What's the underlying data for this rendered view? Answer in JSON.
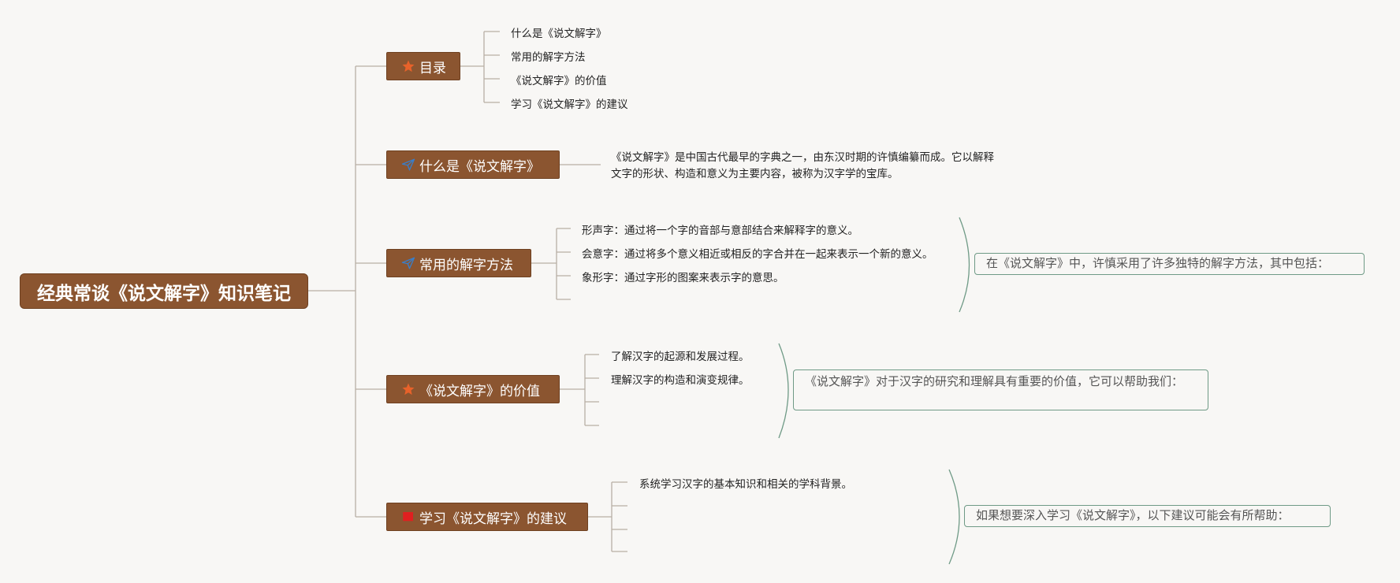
{
  "root": {
    "title": "经典常谈《说文解字》知识笔记"
  },
  "branches": [
    {
      "label": "目录",
      "icon": "star-icon",
      "children": [
        "什么是《说文解字》",
        "常用的解字方法",
        "《说文解字》的价值",
        "学习《说文解字》的建议"
      ]
    },
    {
      "label": "什么是《说文解字》",
      "icon": "paper-plane-icon",
      "description": "《说文解字》是中国古代最早的字典之一，由东汉时期的许慎编纂而成。它以解释文字的形状、构造和意义为主要内容，被称为汉字学的宝库。"
    },
    {
      "label": "常用的解字方法",
      "icon": "paper-plane-icon",
      "children": [
        "形声字：通过将一个字的音部与意部结合来解释字的意义。",
        "会意字：通过将多个意义相近或相反的字合并在一起来表示一个新的意义。",
        "象形字：通过字形的图案来表示字的意思。",
        ""
      ],
      "note": "在《说文解字》中，许慎采用了许多独特的解字方法，其中包括："
    },
    {
      "label": "《说文解字》的价值",
      "icon": "star-icon",
      "children": [
        "了解汉字的起源和发展过程。",
        "理解汉字的构造和演变规律。",
        "",
        ""
      ],
      "note": "《说文解字》对于汉字的研究和理解具有重要的价值，它可以帮助我们："
    },
    {
      "label": "学习《说文解字》的建议",
      "icon": "red-flag-icon",
      "children": [
        "系统学习汉字的基本知识和相关的学科背景。",
        "",
        "",
        ""
      ],
      "note": "如果想要深入学习《说文解字》，以下建议可能会有所帮助："
    }
  ],
  "colors": {
    "node_fill": "#8b5530",
    "connector": "#b8aea5",
    "note_border": "#6f9a86",
    "star": "#e8622a",
    "plane": "#3a7ec8",
    "flag": "#e02020"
  }
}
